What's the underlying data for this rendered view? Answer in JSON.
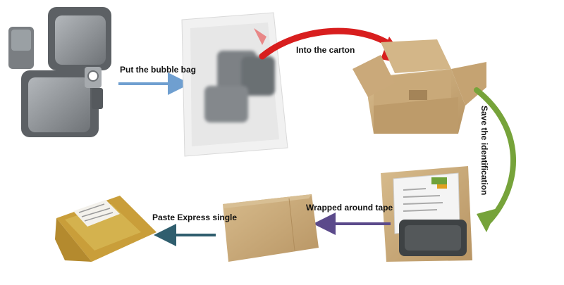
{
  "steps": [
    {
      "label": "Put the bubble bag"
    },
    {
      "label": "Into the carton"
    },
    {
      "label": "Save the identification"
    },
    {
      "label": "Wrapped around tape"
    },
    {
      "label": "Paste Express single"
    }
  ],
  "colors": {
    "arrow_blue": "#6f9fd0",
    "arrow_red": "#d81e1e",
    "arrow_green": "#76a33a",
    "arrow_purple": "#5b4a8b",
    "arrow_teal": "#2f5e6e",
    "cardboard": "#c9a979",
    "cardboard_dark": "#a58656",
    "tape": "#d6b84a",
    "part_grey": "#8e9296"
  },
  "icons": [
    "ignition-coil-image",
    "bubble-bag-image",
    "open-carton-image",
    "carton-with-part-image",
    "closed-carton-image",
    "taped-parcel-image"
  ]
}
